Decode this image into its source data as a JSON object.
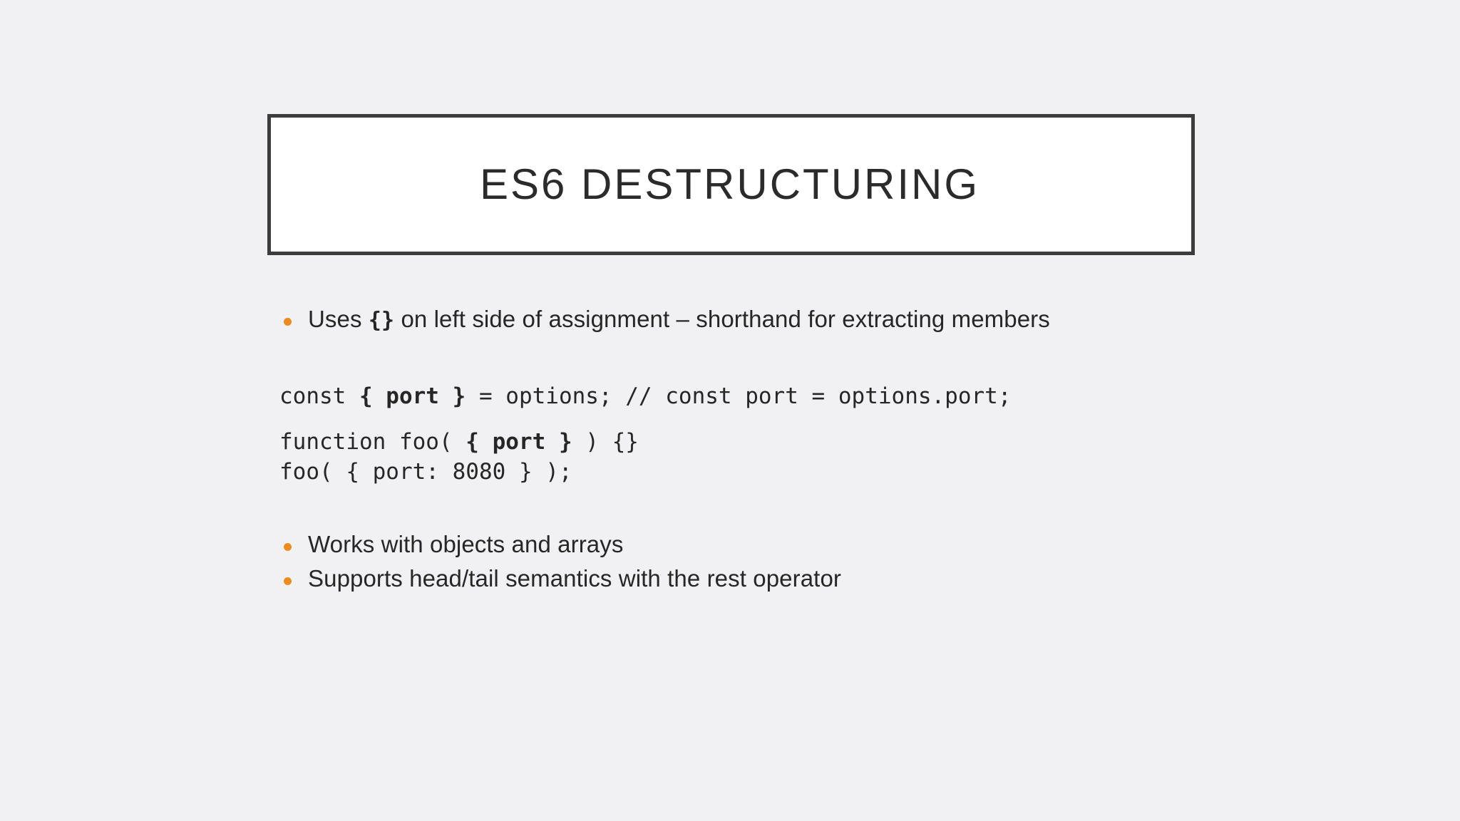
{
  "slide": {
    "background_color": "#f1f1f3",
    "title": {
      "text": "ES6 DESTRUCTURING",
      "box_fill": "#ffffff",
      "box_border_color": "#3c3c3c",
      "text_color": "#2b2b2b"
    },
    "accent_color": "#ed8b23",
    "body_text_color": "#262626",
    "bullets_top": [
      {
        "prefix": "Uses ",
        "code": "{}",
        "suffix": " on left side of assignment – shorthand for extracting members",
        "full_text": "Uses {} on left side of assignment – shorthand for extracting members"
      }
    ],
    "code_block": [
      {
        "segments": [
          {
            "text": "const ",
            "bold": false
          },
          {
            "text": "{ port }",
            "bold": true
          },
          {
            "text": " = options; // const port = options.port;",
            "bold": false
          }
        ],
        "full_text": "const { port } = options; // const port = options.port;"
      },
      {
        "segments": [
          {
            "text": "function foo( ",
            "bold": false
          },
          {
            "text": "{ port }",
            "bold": true
          },
          {
            "text": " ) {}",
            "bold": false
          }
        ],
        "full_text": "function foo( { port } ) {}"
      },
      {
        "segments": [
          {
            "text": "foo( { port: 8080 } );",
            "bold": false
          }
        ],
        "full_text": "foo( { port: 8080 } );"
      }
    ],
    "bullets_bottom": [
      {
        "full_text": "Works with objects and arrays"
      },
      {
        "full_text": "Supports head/tail semantics with the rest operator"
      }
    ]
  }
}
